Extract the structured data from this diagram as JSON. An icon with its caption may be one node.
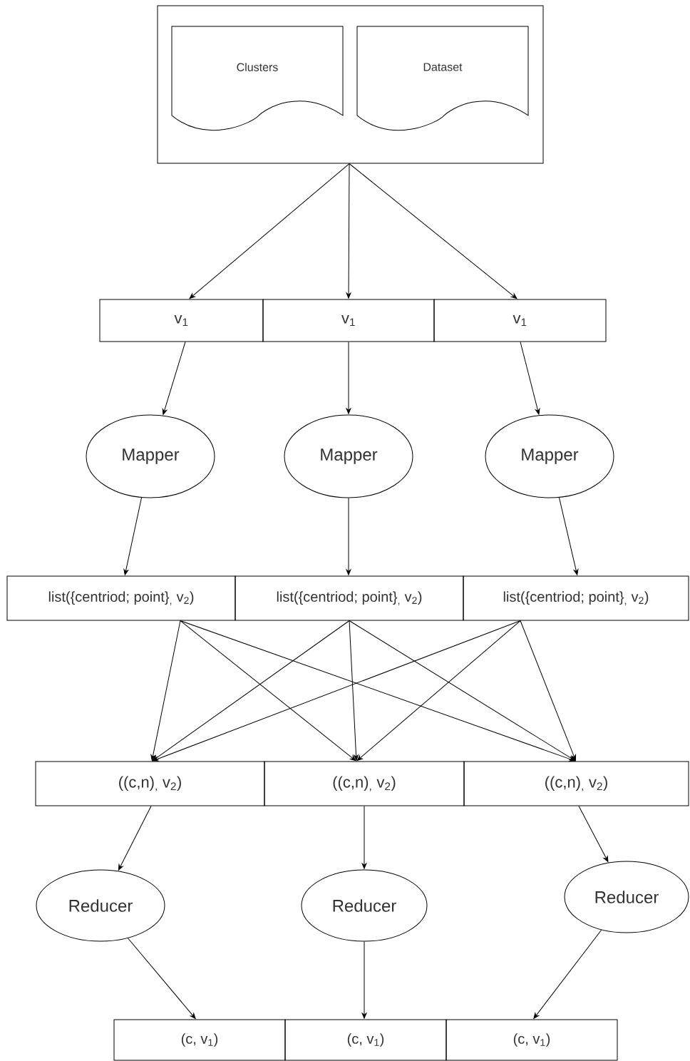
{
  "diagram": {
    "nodes": [
      {
        "text": [],
        "shape": "box"
      },
      {
        "text": [
          "Clusters"
        ],
        "in": 0
      },
      {
        "text": [
          "Dataset"
        ],
        "in": 0
      },
      {
        "text": [
          "v$_{1}$"
        ]
      },
      {
        "text": [
          "v$_{1}$"
        ]
      },
      {
        "text": [
          "v$_{1}$"
        ]
      },
      {
        "text": [
          "Mapper"
        ]
      },
      {
        "text": [
          "Mapper"
        ]
      },
      {
        "text": [
          "Mapper"
        ]
      },
      {
        "text": [
          "list({centriod; point}$_{,}$ v$_{2}$)"
        ]
      },
      {
        "text": [
          "list({centriod; point}$_{,}$ v$_{2}$)"
        ]
      },
      {
        "text": [
          "list({centriod; point}$_{,}$ v$_{2}$)"
        ]
      },
      {
        "text": [
          "((c,n)$_{,}$ v$_{2}$)"
        ]
      },
      {
        "text": [
          "((c,n)$_{,}$ v$_{2}$)"
        ]
      },
      {
        "text": [
          "((c,n)$_{,}$ v$_{2}$)"
        ]
      },
      {
        "text": [
          "Reducer"
        ]
      },
      {
        "text": [
          "Reducer"
        ]
      },
      {
        "text": [
          "Reducer"
        ]
      },
      {
        "text": [
          "(c, v$_{1}$)"
        ]
      },
      {
        "text": [
          "(c, v$_{1}$)"
        ]
      },
      {
        "text": [
          "(c, v$_{1}$)"
        ]
      }
    ],
    "edges": [
      {
        "from": 0,
        "to": 3,
        "arrow": "to"
      },
      {
        "from": 0,
        "to": 4,
        "arrow": "to"
      },
      {
        "from": 0,
        "to": 5,
        "arrow": "to"
      },
      {
        "from": 3,
        "to": 6,
        "arrow": "to"
      },
      {
        "from": 4,
        "to": 7,
        "arrow": "to"
      },
      {
        "from": 5,
        "to": 8,
        "arrow": "to"
      },
      {
        "from": 6,
        "to": 9,
        "arrow": "to"
      },
      {
        "from": 7,
        "to": 10,
        "arrow": "to"
      },
      {
        "from": 8,
        "to": 11,
        "arrow": "to"
      },
      {
        "from": 9,
        "to": 12,
        "arrow": "to"
      },
      {
        "from": 9,
        "to": 13,
        "arrow": "to"
      },
      {
        "from": 9,
        "to": 14,
        "arrow": "to"
      },
      {
        "from": 10,
        "to": 12,
        "arrow": "to"
      },
      {
        "from": 10,
        "to": 13,
        "arrow": "to"
      },
      {
        "from": 10,
        "to": 14,
        "arrow": "to"
      },
      {
        "from": 11,
        "to": 12,
        "arrow": "to"
      },
      {
        "from": 11,
        "to": 13,
        "arrow": "to"
      },
      {
        "from": 11,
        "to": 14,
        "arrow": "to"
      },
      {
        "from": 12,
        "to": 15,
        "arrow": "to"
      },
      {
        "from": 13,
        "to": 16,
        "arrow": "to"
      },
      {
        "from": 14,
        "to": 17,
        "arrow": "to"
      },
      {
        "from": 15,
        "to": 18,
        "arrow": "to"
      },
      {
        "from": 16,
        "to": 19,
        "arrow": "to"
      },
      {
        "from": 17,
        "to": 20,
        "arrow": "to"
      }
    ]
  }
}
